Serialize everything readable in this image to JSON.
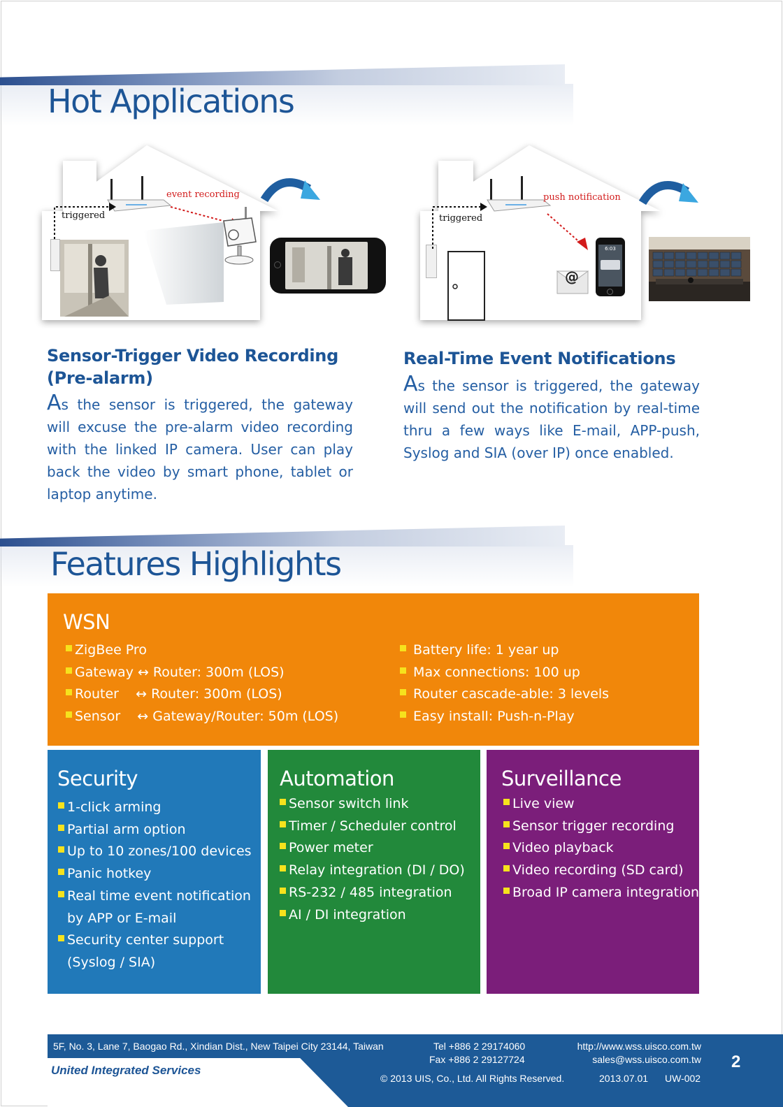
{
  "hot_applications": {
    "title": "Hot Applications",
    "left": {
      "label_triggered": "triggered",
      "label_action": "event recording",
      "heading_line1": "Sensor-Trigger Video Recording",
      "heading_line2": "(Pre-alarm)",
      "body_first": "A",
      "body_rest": "s the sensor is triggered, the gateway will excuse the pre-alarm video recording with the linked IP camera. User can play back the video by smart phone, tablet or laptop anytime."
    },
    "right": {
      "label_triggered": "triggered",
      "label_action": "push notification",
      "heading": "Real-Time Event Notifications",
      "body_first": "A",
      "body_rest": "s the sensor is triggered, the gateway will send out the notification by real-time thru a few ways like E-mail, APP-push, Syslog and SIA (over IP) once enabled.",
      "email_symbol": "@",
      "phone_time": "6:03"
    }
  },
  "features": {
    "title": "Features Highlights",
    "wsn": {
      "title": "WSN",
      "left_items": [
        "ZigBee Pro",
        "Gateway ↔ Router: 300m (LOS)",
        "Router    ↔ Router: 300m (LOS)",
        "Sensor    ↔ Gateway/Router: 50m (LOS)"
      ],
      "right_items": [
        "Battery life: 1 year up",
        "Max connections: 100 up",
        "Router cascade-able: 3 levels",
        "Easy install: Push-n-Play"
      ]
    },
    "security": {
      "title": "Security",
      "items": [
        "1-click arming",
        "Partial arm option",
        "Up to 10 zones/100 devices",
        "Panic hotkey",
        "Real time event notification",
        "Security center support"
      ],
      "item5_cont": "by APP or E-mail",
      "item6_cont": "(Syslog / SIA)"
    },
    "automation": {
      "title": "Automation",
      "items": [
        "Sensor switch link",
        "Timer / Scheduler control",
        "Power meter",
        "Relay integration (DI / DO)",
        "RS-232 / 485 integration",
        "AI / DI integration"
      ]
    },
    "surveillance": {
      "title": "Surveillance",
      "items": [
        "Live view",
        "Sensor trigger recording",
        "Video playback",
        "Video recording (SD card)",
        "Broad IP camera integration"
      ]
    }
  },
  "footer": {
    "address": "5F, No. 3, Lane 7, Baogao Rd., Xindian Dist., New Taipei City 23144, Taiwan",
    "tel": "Tel +886 2 29174060",
    "fax": "Fax +886 2 29127724",
    "website": "http://www.wss.uisco.com.tw",
    "email": "sales@wss.uisco.com.tw",
    "copyright": "© 2013 UIS, Co., Ltd. All Rights Reserved.",
    "date": "2013.07.01",
    "doc_code": "UW-002",
    "company": "United Integrated Services",
    "page_number": "2"
  },
  "colors": {
    "title_blue": "#1d5596",
    "wsn": "#f1870a",
    "security": "#2179b9",
    "automation": "#22893b",
    "surveillance": "#7b1e7a",
    "bullet": "#f6e21d",
    "footer": "#1d5a97"
  }
}
